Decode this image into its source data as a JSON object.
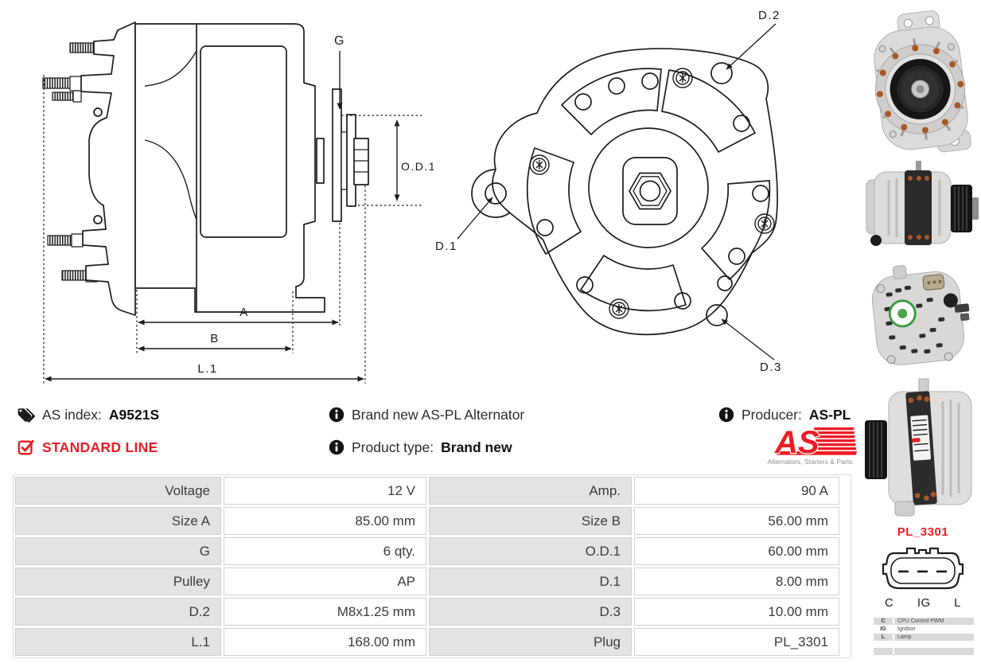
{
  "drawing_side": {
    "label_g": "G",
    "label_od1": "O.D.1",
    "label_a": "A",
    "label_b": "B",
    "label_l1": "L.1"
  },
  "drawing_front": {
    "label_d1": "D.1",
    "label_d2": "D.2",
    "label_d3": "D.3"
  },
  "info": {
    "as_index": {
      "label": "AS index:",
      "value": "A9521S"
    },
    "line_badge": "STANDARD LINE",
    "note1": "Brand new AS-PL Alternator",
    "product_type": {
      "label": "Product type:",
      "value": "Brand new"
    },
    "producer": {
      "label": "Producer:",
      "value": "AS-PL"
    },
    "logo": {
      "word": "AS",
      "tagline": "Alternators, Starters & Parts"
    }
  },
  "specs": {
    "left": [
      {
        "label": "Voltage",
        "value": "12 V"
      },
      {
        "label": "Size A",
        "value": "85.00 mm"
      },
      {
        "label": "G",
        "value": "6 qty."
      },
      {
        "label": "Pulley",
        "value": "AP"
      },
      {
        "label": "D.2",
        "value": "M8x1.25 mm"
      },
      {
        "label": "L.1",
        "value": "168.00 mm"
      }
    ],
    "right": [
      {
        "label": "Amp.",
        "value": "90 A"
      },
      {
        "label": "Size B",
        "value": "56.00 mm"
      },
      {
        "label": "O.D.1",
        "value": "60.00 mm"
      },
      {
        "label": "D.1",
        "value": "8.00 mm"
      },
      {
        "label": "D.3",
        "value": "10.00 mm"
      },
      {
        "label": "Plug",
        "value": "PL_3301"
      }
    ]
  },
  "connector": {
    "name": "PL_3301",
    "pins": [
      "C",
      "IG",
      "L"
    ],
    "legend": [
      {
        "pin": "C",
        "desc": "CPU Control PWM"
      },
      {
        "pin": "IG",
        "desc": "Ignition"
      },
      {
        "pin": "L",
        "desc": "Lamp"
      }
    ]
  },
  "colors": {
    "accent_red": "#ed1c24",
    "drawing_line": "#1c1c1c",
    "table_label_bg": "#e3e3e3",
    "table_border": "#d2d2d2",
    "legend_bg": "#d9d9d9"
  }
}
